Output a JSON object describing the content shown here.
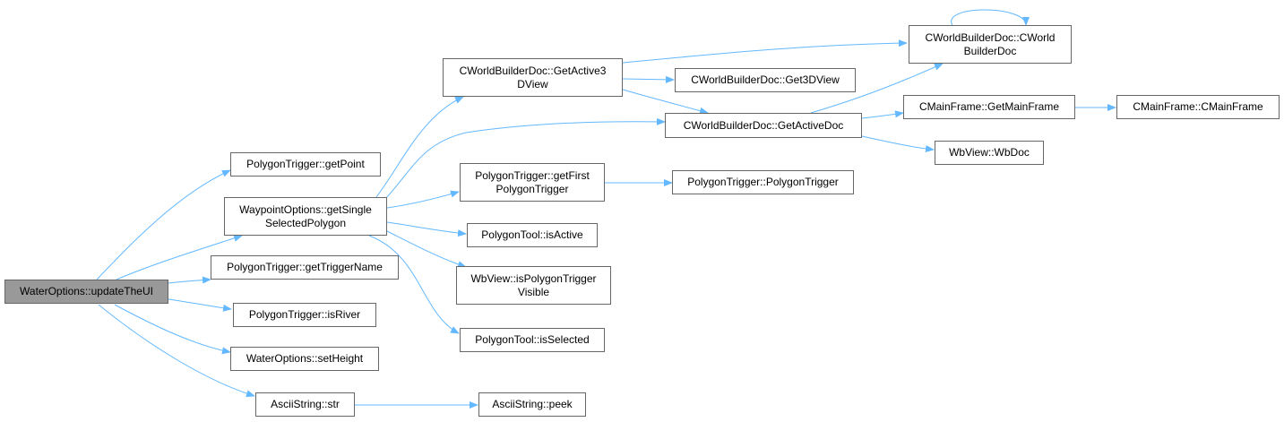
{
  "colors": {
    "edge": "#63b8ff",
    "border": "#666666",
    "root_fill": "#999999",
    "node_fill": "#ffffff"
  },
  "nodes": {
    "root": "WaterOptions::updateTheUI",
    "getPoint": "PolygonTrigger::getPoint",
    "getSingle": "WaypointOptions::getSingle\nSelectedPolygon",
    "getTriggerName": "PolygonTrigger::getTriggerName",
    "isRiver": "PolygonTrigger::isRiver",
    "setHeight": "WaterOptions::setHeight",
    "str": "AsciiString::str",
    "getActive3D": "CWorldBuilderDoc::GetActive3\nDView",
    "getFirst": "PolygonTrigger::getFirst\nPolygonTrigger",
    "isActive": "PolygonTool::isActive",
    "isPolyVisible": "WbView::isPolygonTrigger\nVisible",
    "isSelected": "PolygonTool::isSelected",
    "peek": "AsciiString::peek",
    "cwbdCtor": "CWorldBuilderDoc::CWorld\nBuilderDoc",
    "get3DView": "CWorldBuilderDoc::Get3DView",
    "getActiveDoc": "CWorldBuilderDoc::GetActiveDoc",
    "polyCtor": "PolygonTrigger::PolygonTrigger",
    "getMainFrame": "CMainFrame::GetMainFrame",
    "wbDoc": "WbView::WbDoc",
    "mainFrameCtor": "CMainFrame::CMainFrame"
  }
}
